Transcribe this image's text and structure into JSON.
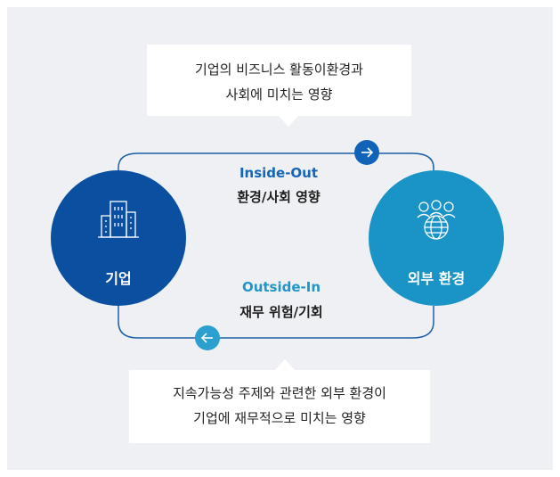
{
  "diagram": {
    "top_callout": {
      "lines": [
        "기업의 비즈니스 활동이환경과",
        "사회에 미치는 영향"
      ]
    },
    "bottom_callout": {
      "lines": [
        "지속가능성 주제와 관련한 외부 환경이",
        "기업에 재무적으로 미치는 영향"
      ]
    },
    "nodes": {
      "company": {
        "label": "기업",
        "icon": "building-icon",
        "color": "#0a4fa0"
      },
      "external": {
        "label": "외부 환경",
        "icon": "people-globe-icon",
        "color": "#1a93c7"
      }
    },
    "flows": {
      "inside_out": {
        "title": "Inside-Out",
        "subtitle": "환경/사회 영향",
        "color": "#1566b8",
        "direction": "right"
      },
      "outside_in": {
        "title": "Outside-In",
        "subtitle": "재무 위험/기회",
        "color": "#2196c9",
        "direction": "left"
      }
    },
    "panel_background": "#eef0f3"
  }
}
